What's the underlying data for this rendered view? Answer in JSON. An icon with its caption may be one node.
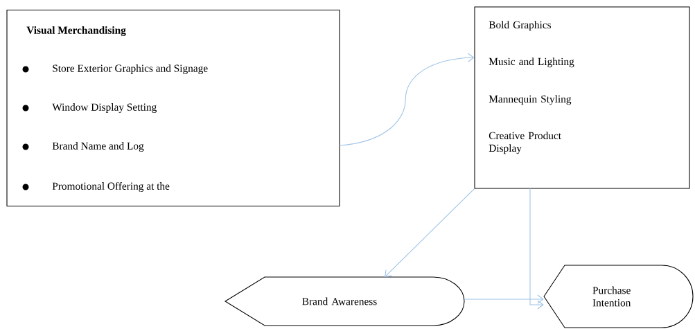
{
  "diagram": {
    "nodes": [
      {
        "text": [
          "Visual Merchandising",
          "Store Exterior Graphics and Signage",
          "Window Display Setting",
          "Brand Name and Log",
          "Promotional Offering at the"
        ]
      },
      {
        "text": [
          "Bold Graphics",
          "Music and Lighting",
          "Mannequin Styling",
          "Creative Product Display"
        ]
      },
      {
        "text": [
          "Brand Awareness"
        ]
      },
      {
        "text": [
          "Purchase Intention"
        ]
      }
    ],
    "edges": [
      {
        "from": 0,
        "to": 1,
        "arrow": "to"
      },
      {
        "from": 1,
        "to": 2,
        "arrow": "to"
      },
      {
        "from": 1,
        "to": 3,
        "arrow": "to"
      },
      {
        "from": 2,
        "to": 3,
        "arrow": "to"
      }
    ]
  }
}
